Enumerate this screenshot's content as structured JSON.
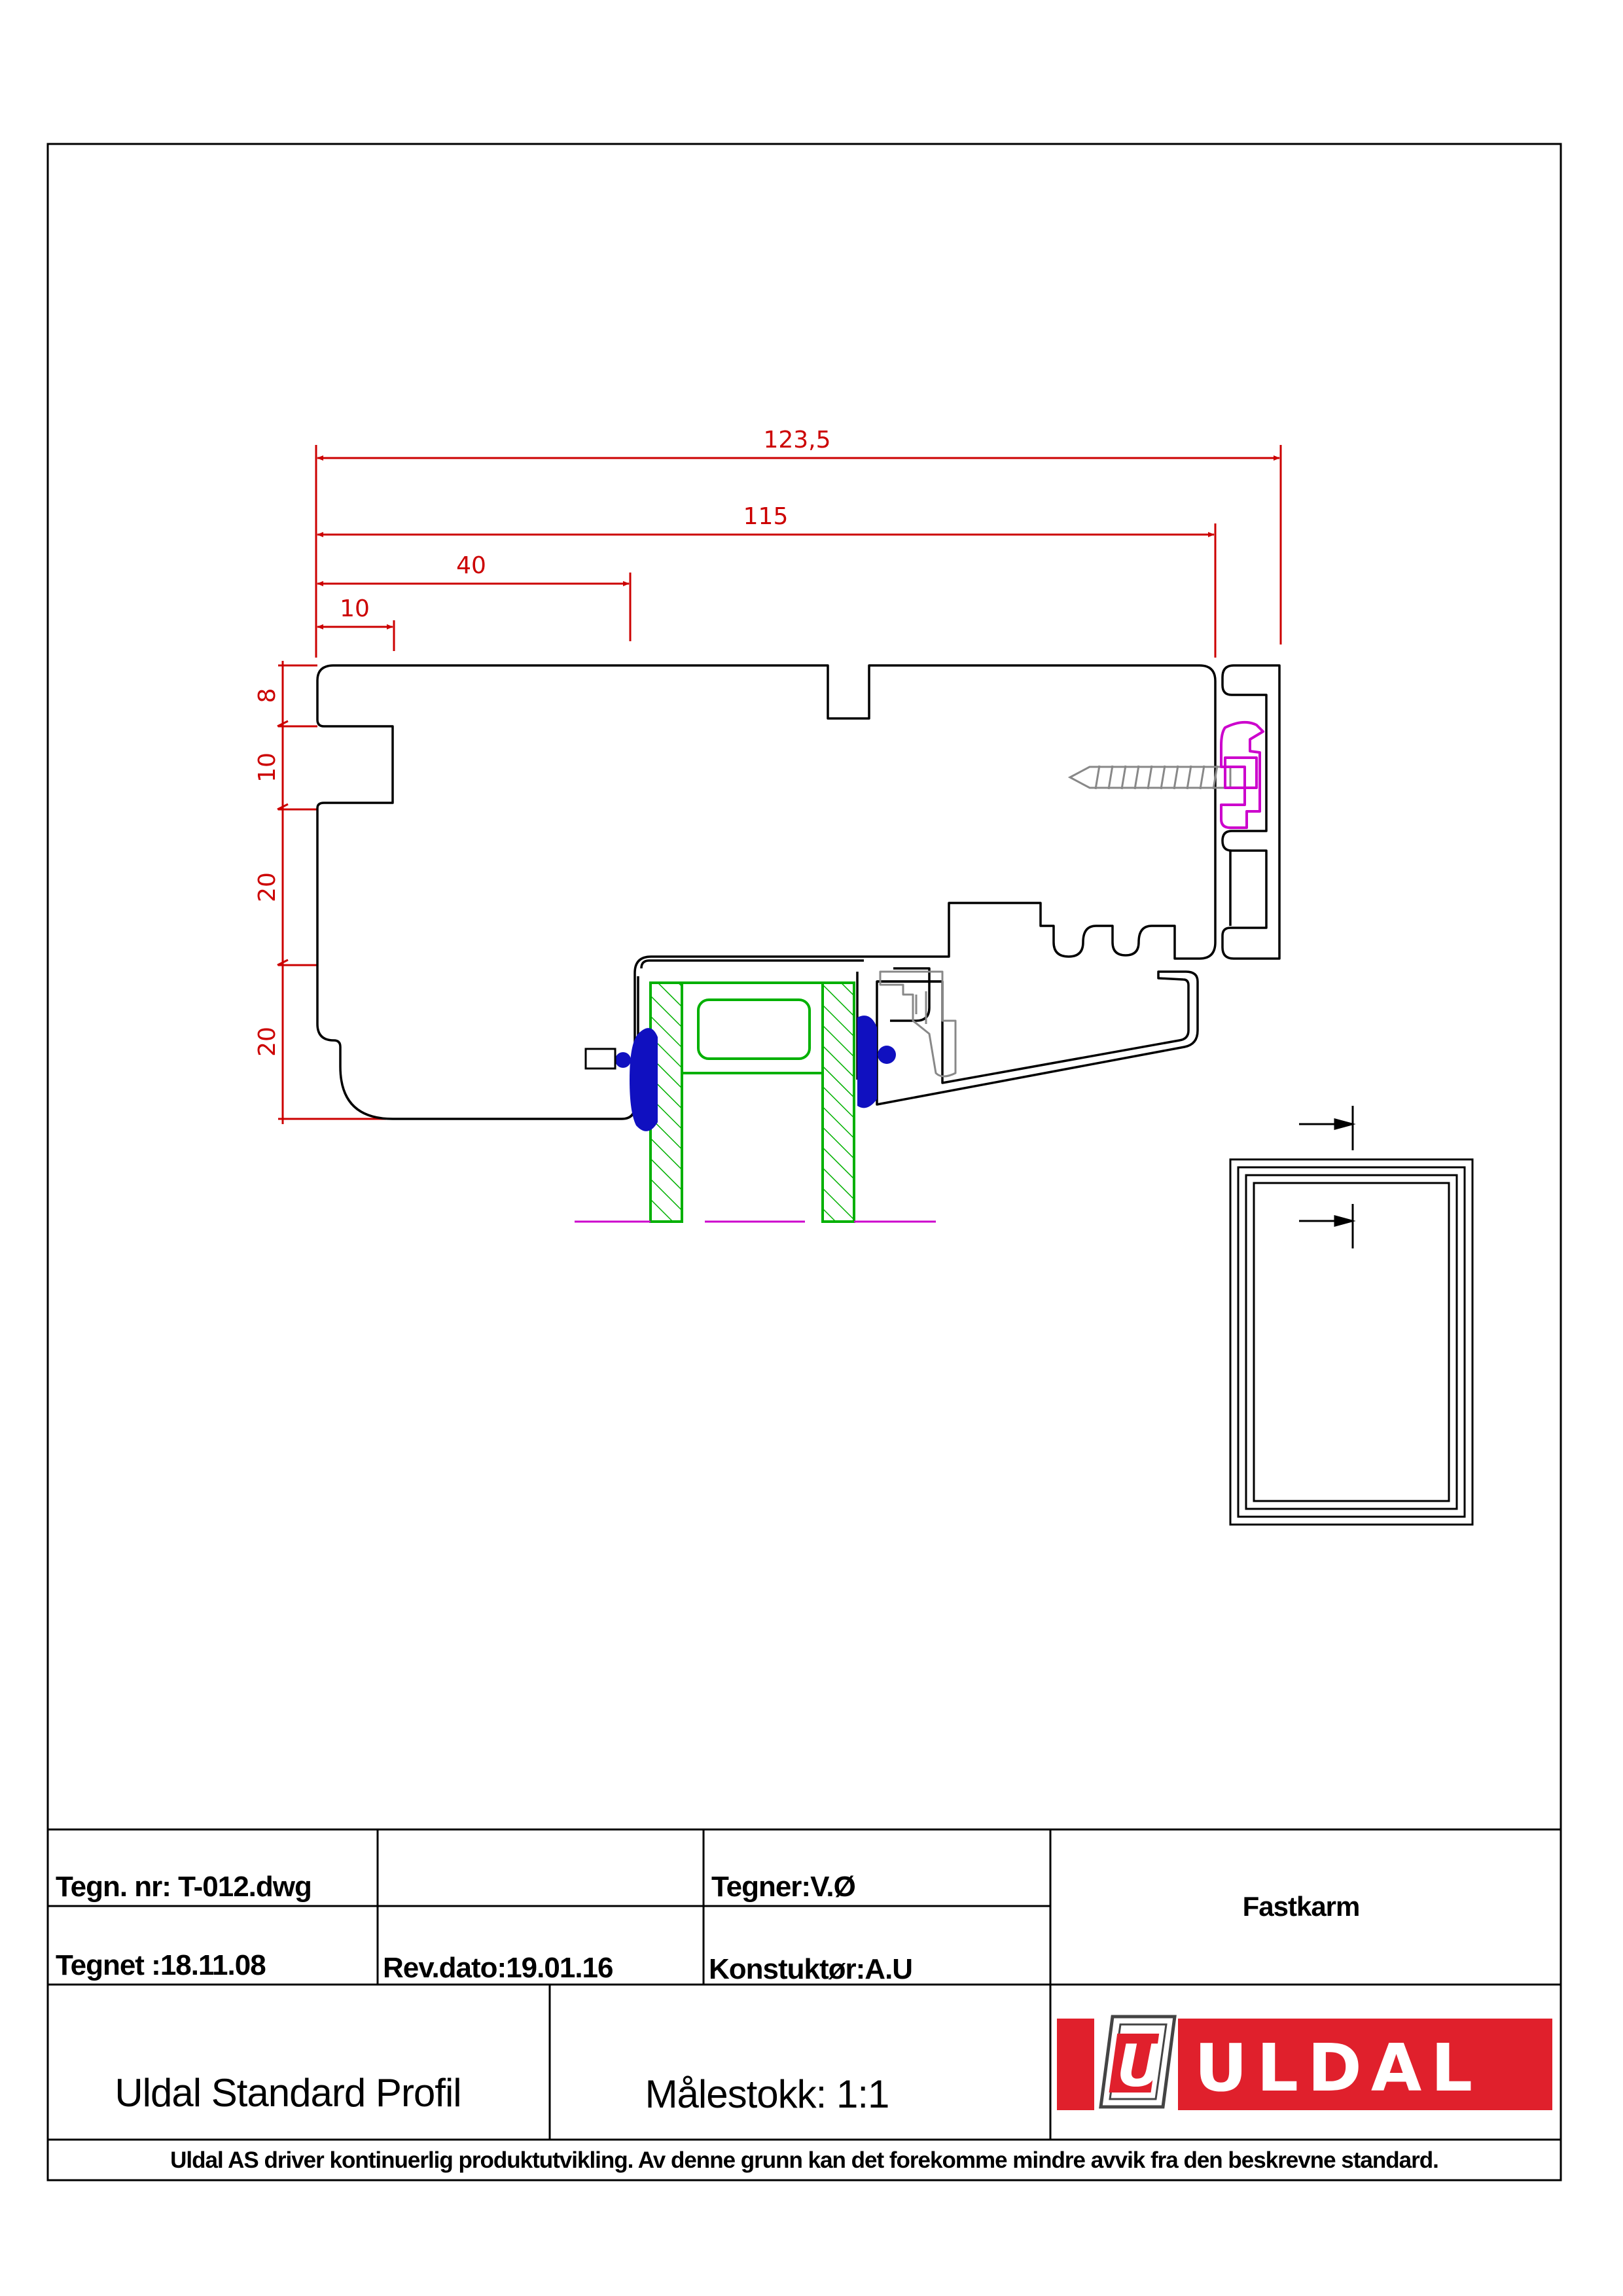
{
  "dimensions": {
    "overall_width": "123,5",
    "inner_width": "115",
    "offset_40": "40",
    "offset_10": "10",
    "vertical_8": "8",
    "vertical_10": "10",
    "vertical_20a": "20",
    "vertical_20b": "20"
  },
  "title_block": {
    "drawing_number": "Tegn. nr: T-012.dwg",
    "drawn_date": "Tegnet :18.11.08",
    "revision_date": "Rev.dato:19.01.16",
    "drafter": "Tegner:V.Ø",
    "designer": "Konstuktør:A.U",
    "part_name": "Fastkarm",
    "series": "Uldal Standard Profil",
    "scale": "Målestokk: 1:1",
    "disclaimer": "Uldal AS driver kontinuerlig produktutvikling. Av denne grunn kan det forekomme mindre avvik fra den beskrevne standard.",
    "logo_text": "ULDAL",
    "logo_mark": "U"
  },
  "colors": {
    "dimension": "#cc0000",
    "glass_spacer": "#00b000",
    "gasket": "#1010c0",
    "clip": "#cc00cc",
    "logo_red": "#e0202c",
    "screw": "#888888"
  }
}
